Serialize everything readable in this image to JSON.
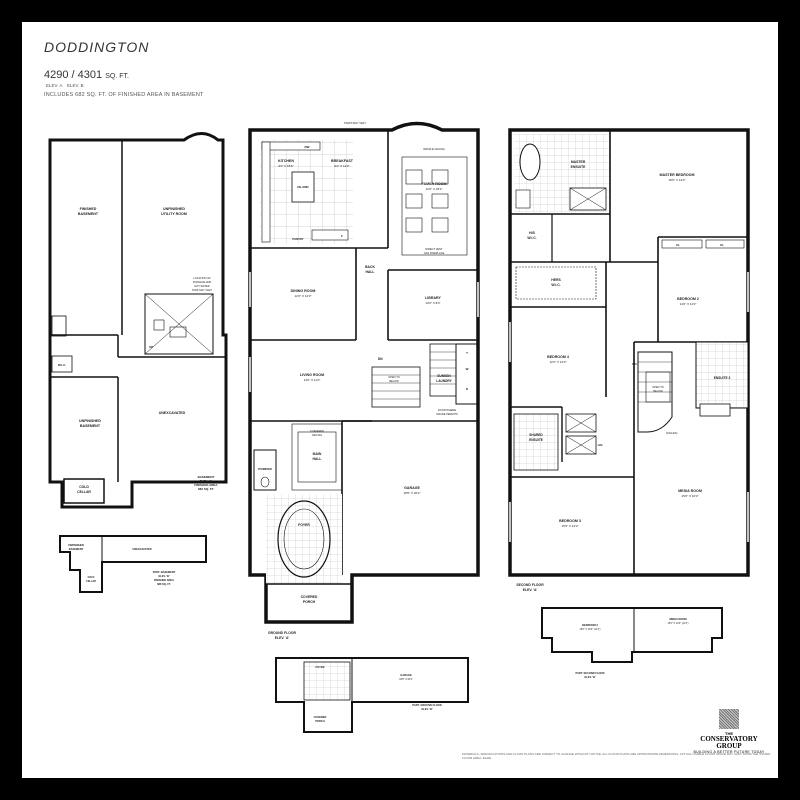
{
  "header": {
    "title": "DODDINGTON",
    "sqft": "4290 / 4301",
    "sqft_unit": "SQ. FT.",
    "elev_a": "ELEV. A",
    "elev_b": "ELEV. B",
    "note": "INCLUDES 682 SQ. FT. OF FINISHED AREA IN BASEMENT"
  },
  "basement": {
    "finished": {
      "name": "FINISHED",
      "name2": "BASEMENT"
    },
    "utility": {
      "name": "UNFINISHED",
      "name2": "UTILITY ROOM"
    },
    "furnace": [
      "LOCATION OF",
      "FURNACE AND",
      "HOT WATER",
      "TANK MAY VARY"
    ],
    "unf_base": {
      "name": "UNFINISHED",
      "name2": "BASEMENT"
    },
    "unexcavated": "UNEXCAVATED",
    "cold": {
      "name": "COLD",
      "name2": "CELLAR"
    },
    "wic": "W.I.C.",
    "up": "UP",
    "caption": [
      "BASEMENT",
      "ELEV. 'A'",
      "FINISHED AREA",
      "682 SQ. FT."
    ],
    "partial_caption": [
      "PART. BASEMENT",
      "ELEV. 'B'",
      "FINISHED AREA",
      "686 SQ. FT."
    ],
    "partial_unf": "UNFINISHED",
    "partial_unf2": "BASEMENT",
    "partial_unexc": "UNEXCAVATED",
    "partial_cold": [
      "COLD",
      "CELLAR"
    ]
  },
  "ground": {
    "steps": "STEPS MAY VARY",
    "kitchen": {
      "name": "KITCHEN",
      "dim": "9'0\" X 15'6\""
    },
    "breakfast": {
      "name": "BREAKFAST",
      "dim": "9'0\" X 12'0\""
    },
    "island": "ISLAND",
    "dw": "DW",
    "pantry": "PANTRY",
    "f": "F",
    "waffle": "WAFFLE CEILING",
    "family": {
      "name": "FAMILY ROOM",
      "dim": "12'0\" X 18'4\""
    },
    "fireplace": [
      "DIRECT VENT",
      "GAS FIREPLACE"
    ],
    "dining": {
      "name": "DINING ROOM",
      "dim": "12'0\" X 12'0\""
    },
    "backhall": [
      "BACK",
      "HALL"
    ],
    "library": {
      "name": "LIBRARY",
      "dim": "13'0\" X 8'4\""
    },
    "living": {
      "name": "LIVING ROOM",
      "dim": "14'0\" X 11'0\""
    },
    "dn": "DN",
    "open_below": [
      "OPEN TO",
      "BELOW"
    ],
    "sunken": [
      "SUNKEN",
      "LAUNDRY"
    ],
    "t": "T",
    "w": "W",
    "d": "D",
    "door_note": [
      "DOOR WHERE",
      "GRADE PERMITS"
    ],
    "coffered": [
      "COFFERED",
      "CEILING"
    ],
    "main_hall": [
      "MAIN",
      "HALL"
    ],
    "powder": "POWDER",
    "garage": {
      "name": "GARAGE",
      "dim": "18'6\" X 20'2\""
    },
    "foyer": "FOYER",
    "porch": [
      "COVERED",
      "PORCH"
    ],
    "caption": [
      "GROUND FLOOR",
      "ELEV. 'A'"
    ],
    "partial_garage": "GARAGE",
    "partial_garage_dim": "18'6\" X 20'2\"",
    "partial_foyer": "FOYER",
    "partial_porch": [
      "COVERED",
      "PORCH"
    ],
    "partial_caption": [
      "PART. GROUND FLOOR",
      "ELEV. 'B'"
    ]
  },
  "second": {
    "master_ensuite": [
      "MASTER",
      "ENSUITE"
    ],
    "master_bed": {
      "name": "MASTER BEDROOM",
      "dim": "18'0\" X 14'0\""
    },
    "his_wic": [
      "HIS",
      "W.I.C."
    ],
    "hers_wic": [
      "HERS",
      "W.I.C."
    ],
    "cl": "CL",
    "bed2": {
      "name": "BEDROOM 2",
      "dim": "14'0\" X 11'0\""
    },
    "bed4": {
      "name": "BEDROOM 4",
      "dim": "12'2\" X 12'0\""
    },
    "on": "ON",
    "open_below": [
      "OPEN TO",
      "BELOW"
    ],
    "ensuite3": "ENSUITE 3",
    "railing": "RAILING",
    "shared": [
      "SHARED",
      "ENSUITE"
    ],
    "lin": "LIN",
    "media": {
      "name": "MEDIA ROOM",
      "dim": "15'0\" X 10'0\""
    },
    "bed3": {
      "name": "BEDROOM 3",
      "dim": "15'0\" X 12'0\""
    },
    "caption": [
      "SECOND FLOOR",
      "ELEV. 'A'"
    ],
    "partial_bed3": {
      "name": "BEDROOM 3",
      "dim": "15'0\" X 15'0\" (11'4\")"
    },
    "partial_media": {
      "name": "MEDIA ROOM",
      "dim": "15'0\" X 10'0\" (11'4\")"
    },
    "partial_caption": [
      "PART. SECOND FLOOR",
      "ELEV. 'B'"
    ]
  },
  "logo": {
    "the": "THE",
    "name": "CONSERVATORY",
    "name2": "GROUP",
    "tag": "BUILDING A BETTER FUTURE TODAY"
  },
  "disclaimer": "MATERIALS, SPECIFICATIONS AND FLOOR PLANS ARE SUBJECT TO CHANGE WITHOUT NOTICE. ALL FLOOR PLANS ARE APPROXIMATE DIMENSIONS. ACTUAL USABLE FLOOR SPACE MAY VARY FROM THE STATED FLOOR AREA. E&OE"
}
